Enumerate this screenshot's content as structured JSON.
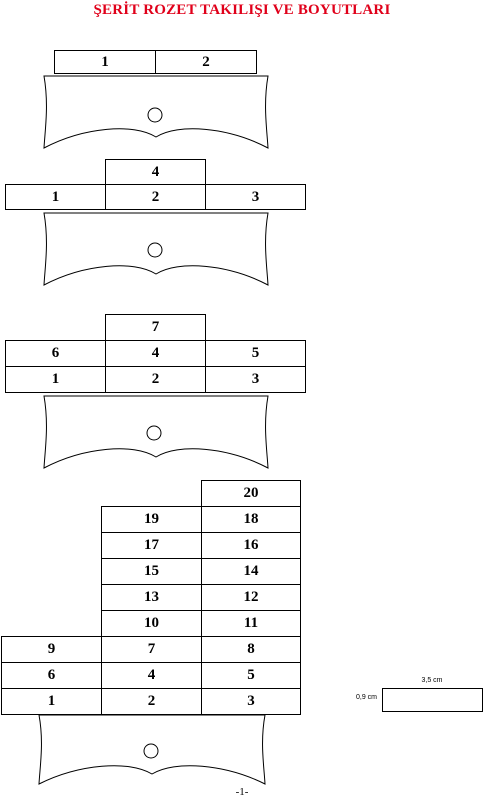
{
  "title": "ŞERİT ROZET TAKILIŞI VE BOYUTLARI",
  "layouts": [
    {
      "rows": [
        [
          "1",
          "2"
        ]
      ]
    },
    {
      "rows": [
        [
          "",
          "4",
          ""
        ],
        [
          "1",
          "2",
          "3"
        ]
      ]
    },
    {
      "rows": [
        [
          "",
          "7",
          ""
        ],
        [
          "6",
          "4",
          "5"
        ],
        [
          "1",
          "2",
          "3"
        ]
      ]
    },
    {
      "rows": [
        [
          "",
          "",
          "20"
        ],
        [
          "",
          "19",
          "18"
        ],
        [
          "",
          "17",
          "16"
        ],
        [
          "",
          "15",
          "14"
        ],
        [
          "",
          "13",
          "12"
        ],
        [
          "",
          "10",
          "11"
        ],
        [
          "9",
          "7",
          "8"
        ],
        [
          "6",
          "4",
          "5"
        ],
        [
          "1",
          "2",
          "3"
        ]
      ]
    }
  ],
  "dimension": {
    "width_label": "3,5 cm",
    "height_label": "0,9 cm"
  },
  "footer": "-1-",
  "colors": {
    "title": "#e0001a"
  }
}
